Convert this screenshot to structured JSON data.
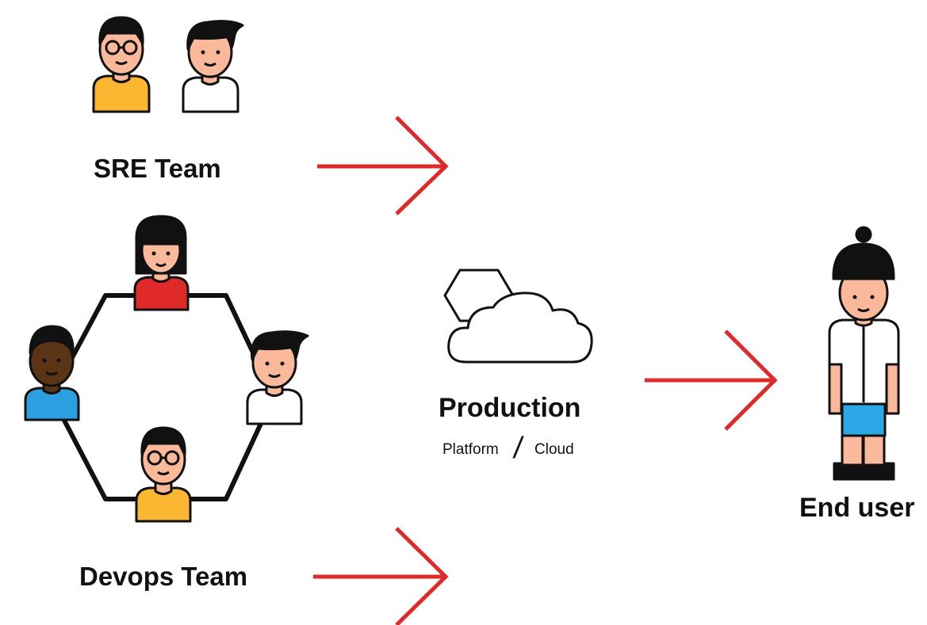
{
  "labels": {
    "sre_team": "SRE Team",
    "devops_team": "Devops Team",
    "production": "Production",
    "platform": "Platform",
    "slash": "/",
    "cloud": "Cloud",
    "end_user": "End user"
  },
  "colors": {
    "arrow": "#e02a2a",
    "outline": "#111111",
    "skin": "#f9b99a",
    "yellow_shirt": "#fbb731",
    "white_shirt": "#ffffff",
    "red_shirt": "#e02a2a",
    "blue_shirt": "#2c9fe0",
    "dark_skin": "#5b3315",
    "shorts": "#2ca8e6"
  }
}
